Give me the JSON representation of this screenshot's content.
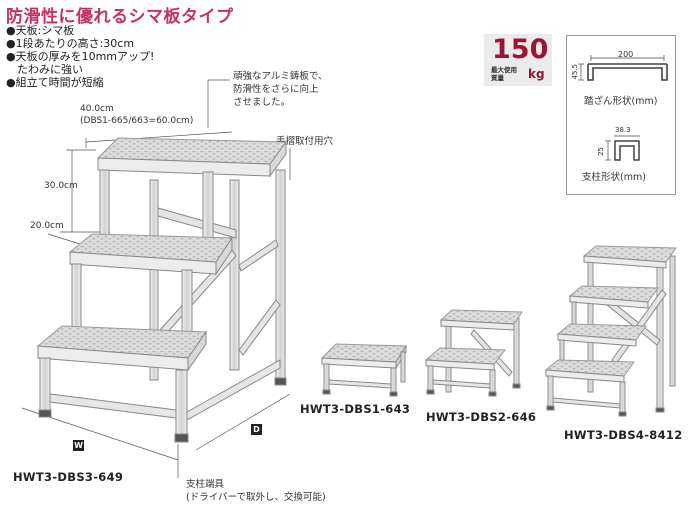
{
  "title": "防滑性に優れるシマ板タイプ",
  "features": [
    "●天板:シマ板",
    "●1段あたりの高さ:30cm",
    "●天板の厚みを10mmアップ!",
    "　たわみに強い",
    "●組立て時間が短縮"
  ],
  "load": {
    "value": "150",
    "label_line1": "最大使用",
    "label_line2": "質量",
    "unit": "kg"
  },
  "callout_alumi": [
    "頑強なアルミ鋳板で、",
    "防滑性をさらに向上",
    "させました。"
  ],
  "callout_handrail": "手摺取付用穴",
  "callout_feet": [
    "支柱端具",
    "(ドライバーで取外し、交換可能)"
  ],
  "dimensions": {
    "depth": "40.0cm",
    "depth_note": "(DBS1-665/663=60.0cm)",
    "step_height": "30.0cm",
    "tread": "20.0cm"
  },
  "axis_badges": {
    "width": "W",
    "depth": "D"
  },
  "sections": {
    "tread": {
      "width_label": "200",
      "height_label": "45.5",
      "caption": "踏ざん形状(mm)"
    },
    "post": {
      "width_label": "38.3",
      "height_label": "25",
      "caption": "支柱形状(mm)"
    }
  },
  "models": {
    "main": "HWT3-DBS3-649",
    "one": "HWT3-DBS1-643",
    "two": "HWT3-DBS2-646",
    "four": "HWT3-DBS4-8412"
  }
}
